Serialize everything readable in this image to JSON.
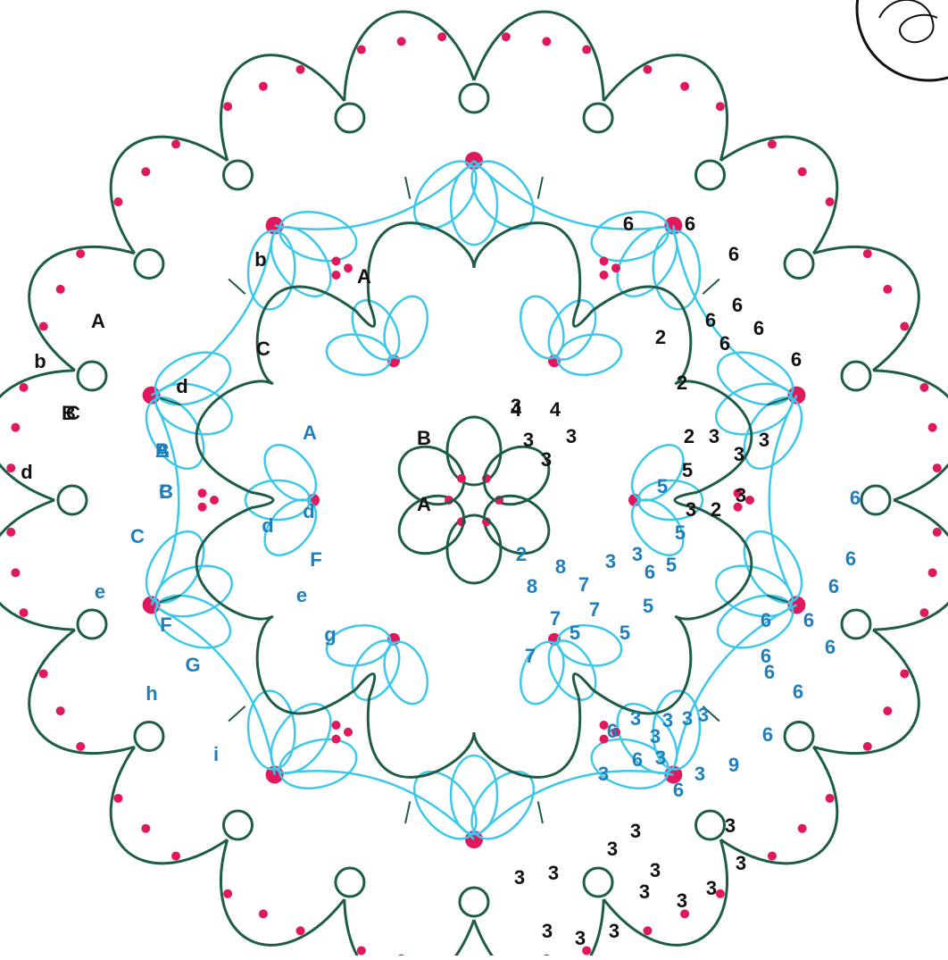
{
  "colors": {
    "background": "#ffffff",
    "outer_chain": "#1d5c48",
    "inner_chain": "#3cc8ea",
    "picot": "#e0195f",
    "black_label": "#111111",
    "blue_label": "#1f7fbd",
    "join_mark": "#e0195f",
    "corner_icon": "#111111"
  },
  "labels": {
    "black": [
      "6",
      "6",
      "6",
      "6",
      "6",
      "6",
      "6",
      "6",
      "2",
      "2",
      "4",
      "4",
      "3",
      "3",
      "3",
      "3",
      "3",
      "3",
      "2",
      "3",
      "5",
      "3",
      "2",
      "3",
      "A",
      "B",
      "A",
      "b",
      "b",
      "C",
      "C",
      "d",
      "d",
      "A",
      "B",
      "3",
      "3",
      "3",
      "3",
      "3",
      "3",
      "3",
      "3",
      "3",
      "3",
      "3",
      "3",
      "3"
    ],
    "blue": [
      "A",
      "B",
      "C",
      "d",
      "A",
      "B",
      "C",
      "F",
      "d",
      "e",
      "F",
      "G",
      "h",
      "i",
      "e",
      "g",
      "2",
      "8",
      "8",
      "7",
      "7",
      "7",
      "7",
      "5",
      "5",
      "3",
      "3",
      "6",
      "5",
      "5",
      "5",
      "5",
      "6",
      "6",
      "6",
      "6",
      "6",
      "6",
      "6",
      "6",
      "6",
      "6",
      "6",
      "3",
      "3",
      "3",
      "3",
      "6",
      "3",
      "3",
      "3",
      "3",
      "6",
      "9",
      "6",
      "6"
    ]
  }
}
